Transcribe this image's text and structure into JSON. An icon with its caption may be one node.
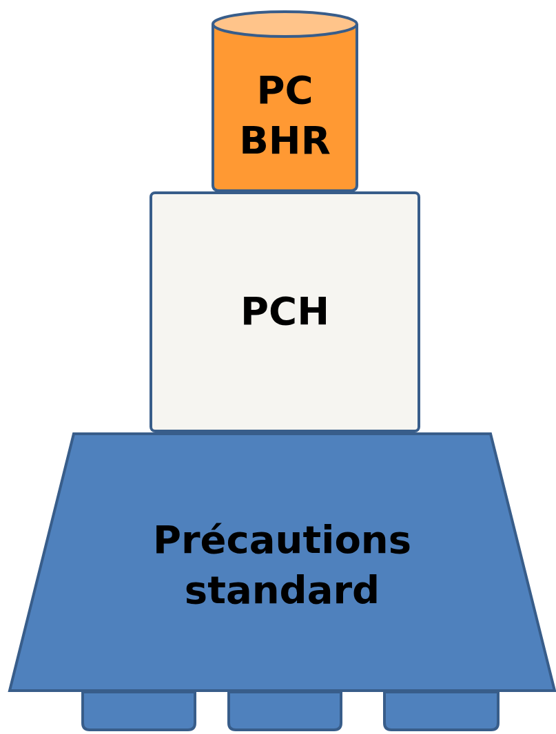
{
  "diagram": {
    "nodes": [
      {
        "text": [
          "PC BHR"
        ]
      },
      {
        "text": [
          "PCH"
        ]
      },
      {
        "text": [
          "Précautions standard"
        ]
      },
      {
        "text": [],
        "shape": "bar"
      },
      {
        "text": [],
        "shape": "bar"
      },
      {
        "text": [],
        "shape": "bar"
      }
    ]
  }
}
